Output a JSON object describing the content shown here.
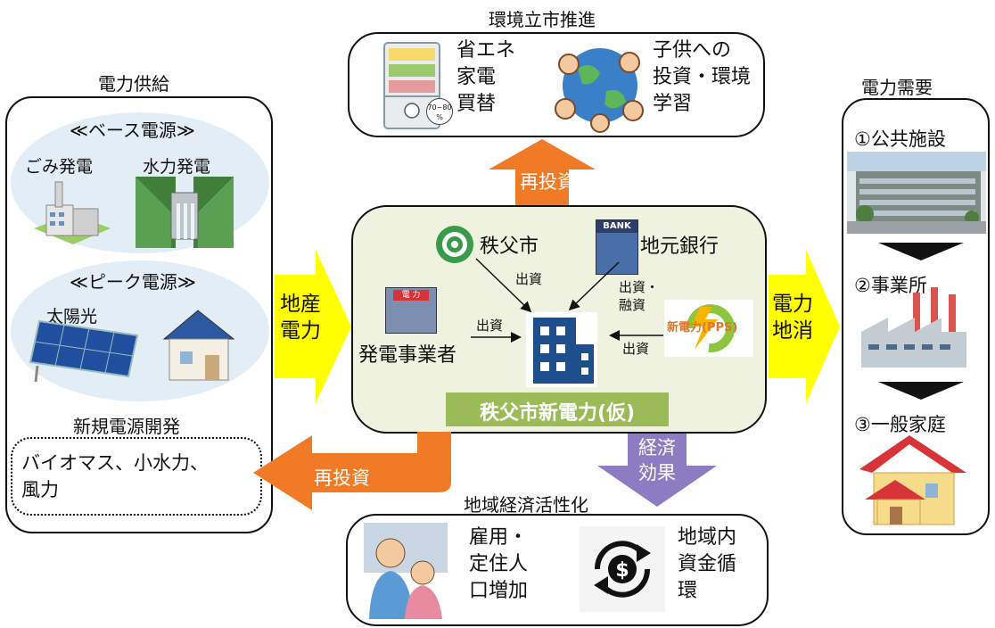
{
  "top": {
    "title": "環境立市推進",
    "appliance_text": [
      "省エネ",
      "家電",
      "買替"
    ],
    "fridge_badge": "70~80\n%",
    "education_text": [
      "子供への",
      "投資・環境",
      "学習"
    ]
  },
  "left": {
    "title": "電力供給",
    "base_heading": "≪ベース電源≫",
    "waste_power": "ごみ発電",
    "hydro_power": "水力発電",
    "peak_heading": "≪ピーク電源≫",
    "solar": "太陽光",
    "new_dev_title": "新規電源開発",
    "new_dev_text": [
      "バイオマス、小水力、",
      "風力"
    ]
  },
  "right": {
    "title": "電力需要",
    "item1": "①公共施設",
    "item2": "②事業所",
    "item3": "③一般家庭"
  },
  "center": {
    "city": "秩父市",
    "bank": "地元銀行",
    "bank_sign": "BANK",
    "generator": "発電事業者",
    "generator_sign": "電 力",
    "pps_label": "新電力(PPS)",
    "company": "秩父市新電力(仮)",
    "flow_city": "出資",
    "flow_bank": [
      "出資・",
      "融資"
    ],
    "flow_generator": "出資",
    "flow_pps": "出資"
  },
  "arrows": {
    "reinvest_up": "再投資",
    "reinvest_left": "再投資",
    "local_production": [
      "地産",
      "電力"
    ],
    "local_consumption": [
      "電力",
      "地消"
    ],
    "economic_effect": [
      "経済",
      "効果"
    ]
  },
  "bottom": {
    "title": "地域経済活性化",
    "employment_text": [
      "雇用・",
      "定住人",
      "口増加"
    ],
    "circulation_text": [
      "地域内",
      "資金循",
      "環"
    ]
  },
  "colors": {
    "yellow_arrow": "#ffff00",
    "orange_arrow": "#f07a26",
    "purple_arrow": "#8e7cc3",
    "green_label": "#9bbb59",
    "panel_green": "#eef2df"
  }
}
